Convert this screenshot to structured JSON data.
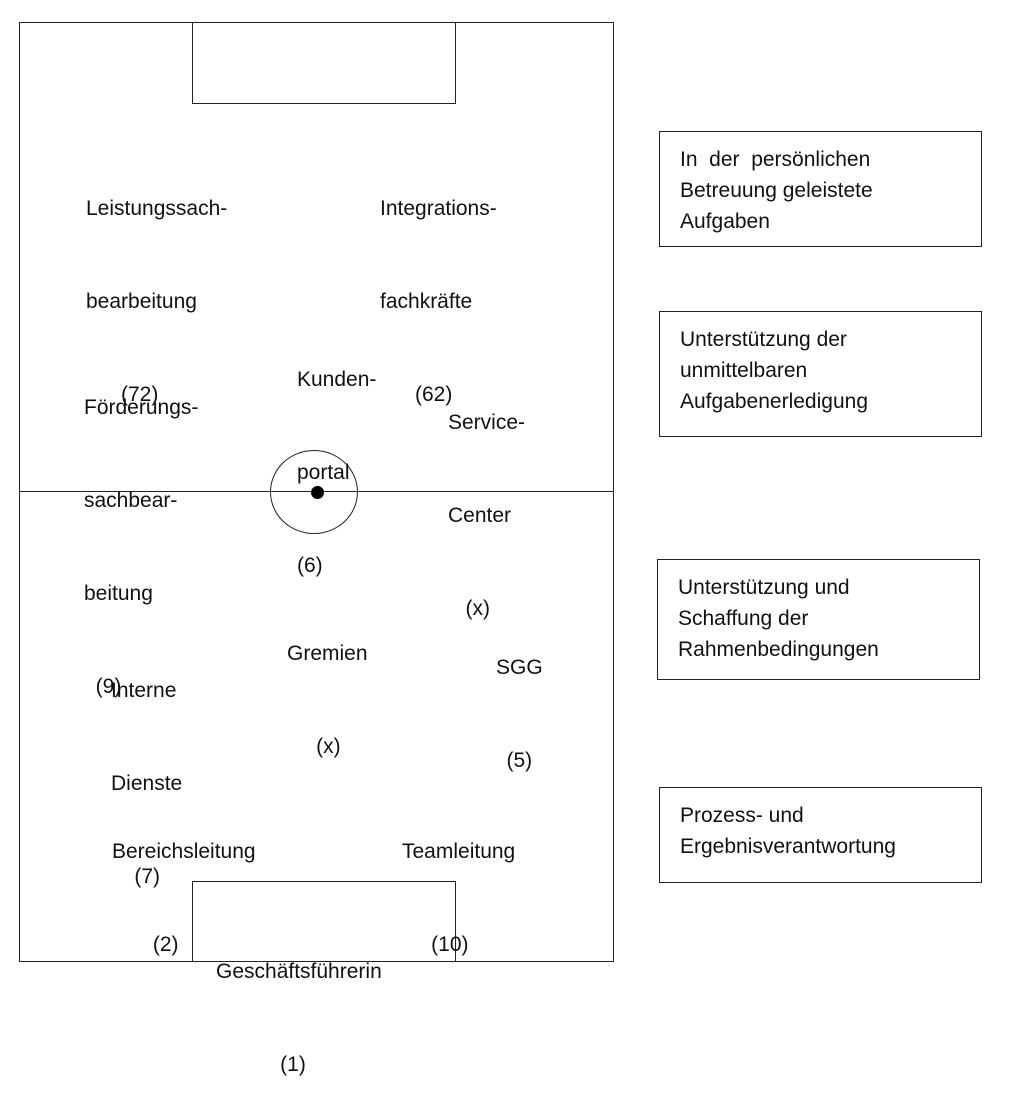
{
  "field_labels": {
    "leistungssach": {
      "lines": [
        "Leistungssach-",
        "bearbeitung",
        "      (72)"
      ]
    },
    "integration": {
      "lines": [
        "Integrations-",
        "fachkräfte",
        "      (62)"
      ]
    },
    "foerderung": {
      "lines": [
        "Förderungs-",
        "sachbear-",
        "beitung",
        "  (9)"
      ]
    },
    "kundenportal": {
      "lines": [
        "Kunden-",
        "portal",
        "(6)"
      ]
    },
    "service": {
      "lines": [
        "Service-",
        "Center",
        "   (x)"
      ]
    },
    "gremien": {
      "lines": [
        "Gremien",
        "     (x)"
      ]
    },
    "sgg": {
      "lines": [
        "SGG",
        "(5)"
      ]
    },
    "interne": {
      "lines": [
        "Interne",
        "Dienste",
        "    (7)"
      ]
    },
    "bereichsleitung": {
      "lines": [
        "Bereichsleitung",
        "       (2)"
      ]
    },
    "teamleitung": {
      "lines": [
        "Teamleitung",
        "     (10)"
      ]
    },
    "geschaeftsfuehrerin": {
      "lines": [
        "Geschäftsführerin",
        "           (1)"
      ]
    }
  },
  "legend_boxes": [
    {
      "lines": [
        "In  der  persönlichen",
        "Betreuung geleistete",
        "Aufgaben"
      ]
    },
    {
      "lines": [
        "Unterstützung der",
        "unmittelbaren",
        "Aufgabenerledigung"
      ]
    },
    {
      "lines": [
        "Unterstützung und",
        "Schaffung der",
        "Rahmenbedingungen"
      ]
    },
    {
      "lines": [
        "Prozess- und",
        "Ergebnisverantwortung"
      ]
    }
  ]
}
